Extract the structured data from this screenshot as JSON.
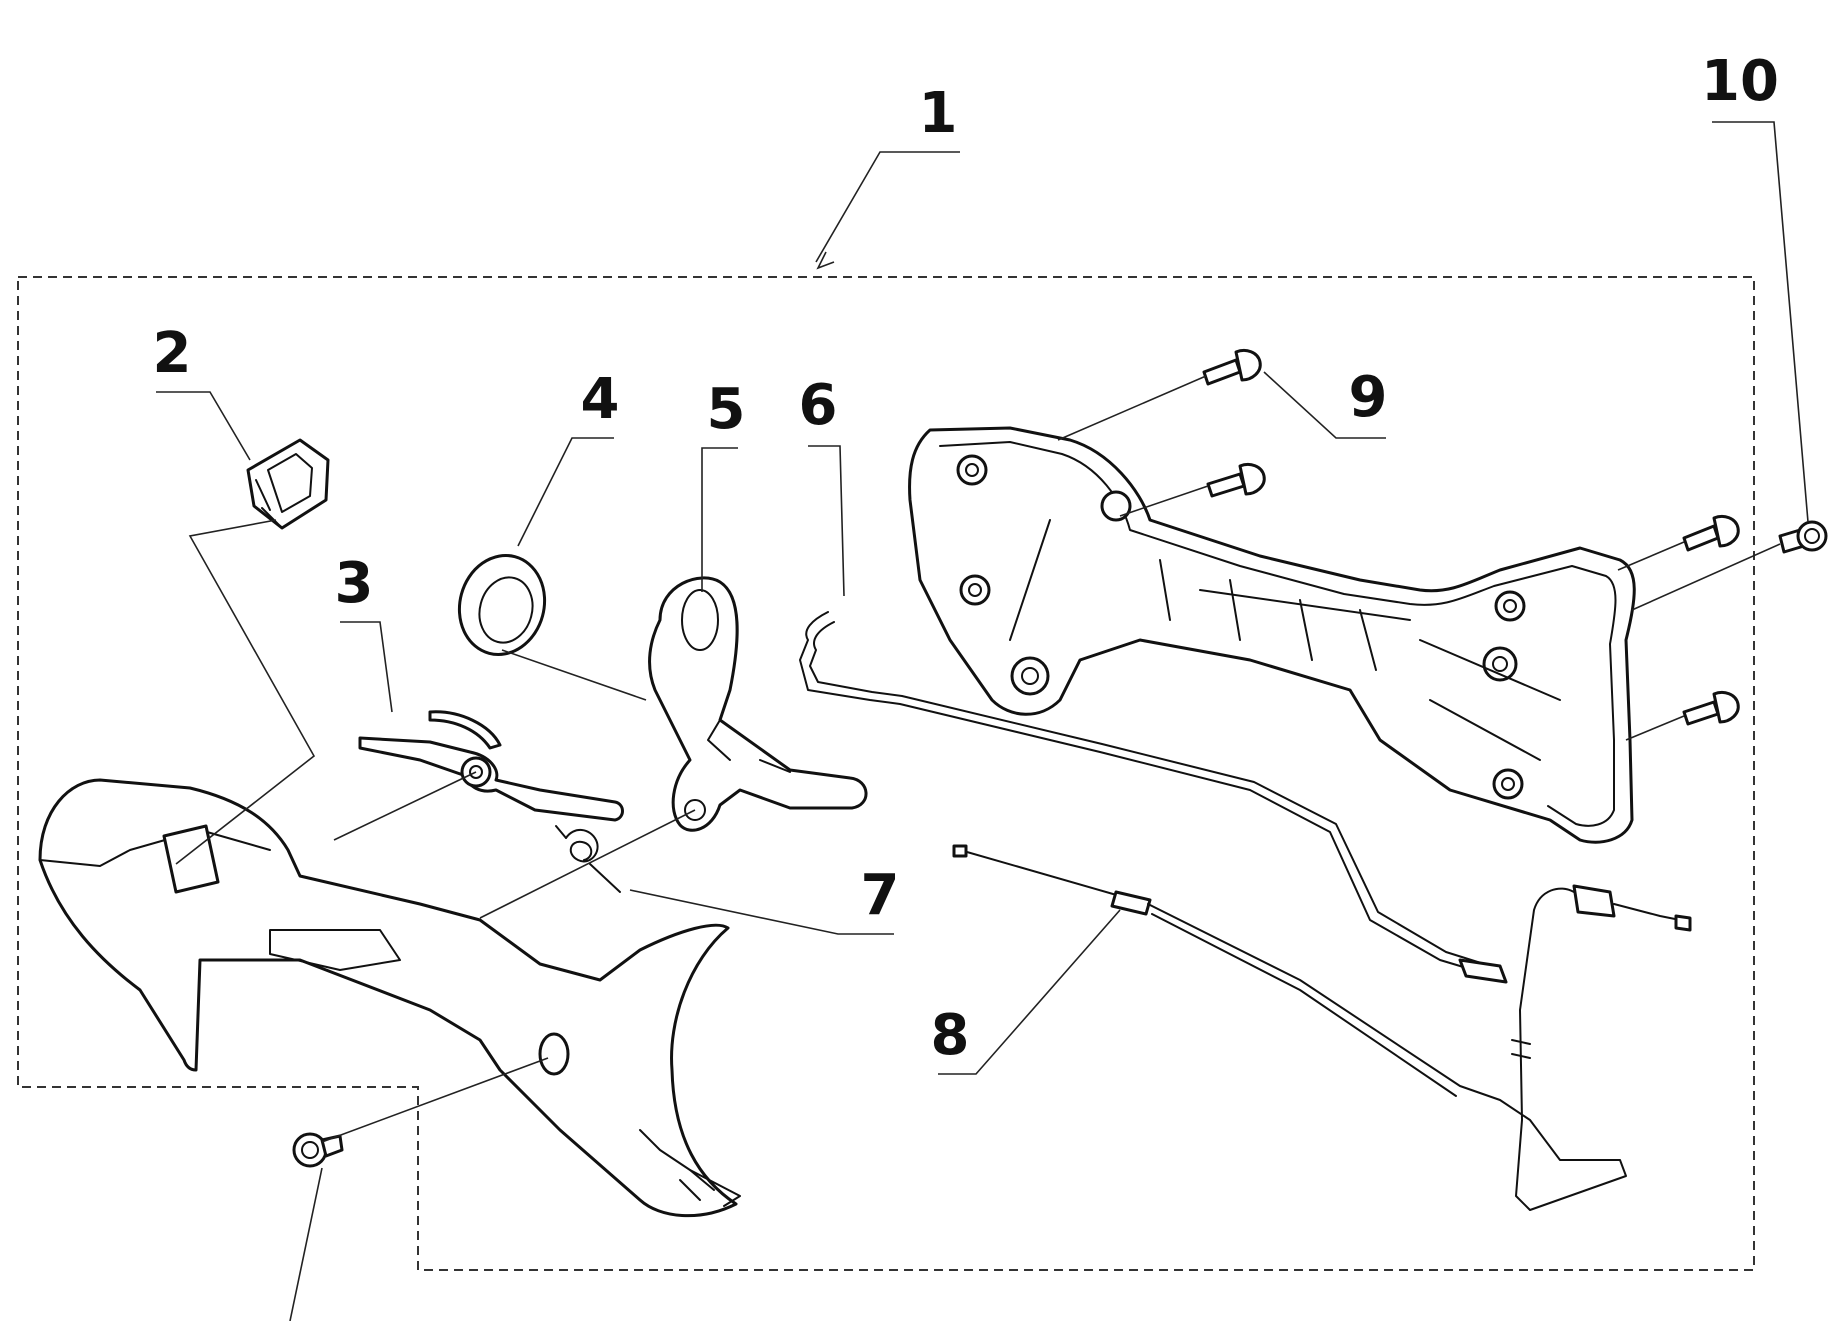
{
  "callouts": [
    {
      "id": "1",
      "label": "1"
    },
    {
      "id": "2",
      "label": "2"
    },
    {
      "id": "3",
      "label": "3"
    },
    {
      "id": "4",
      "label": "4"
    },
    {
      "id": "5",
      "label": "5"
    },
    {
      "id": "6",
      "label": "6"
    },
    {
      "id": "7",
      "label": "7"
    },
    {
      "id": "8",
      "label": "8"
    },
    {
      "id": "9",
      "label": "9"
    },
    {
      "id": "10",
      "label": "10"
    }
  ],
  "colors": {
    "line": "#111111",
    "background": "#ffffff"
  }
}
